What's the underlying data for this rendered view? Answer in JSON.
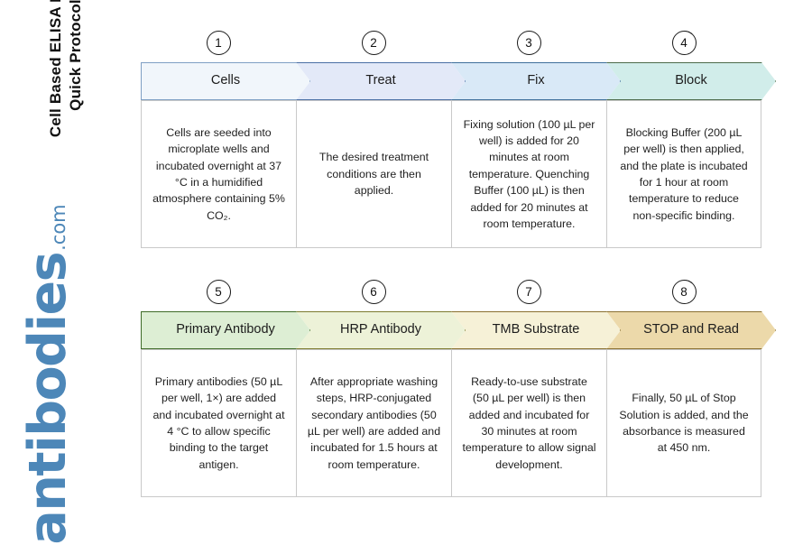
{
  "title_vertical": "Cell Based ELISA Kits\nQuick Protocol",
  "logo": {
    "name": "antibodies",
    "suffix": ".com",
    "color": "#4d87b8"
  },
  "rows": [
    {
      "id": "row-1",
      "steps": [
        {
          "number": "1",
          "label": "Cells",
          "fill": "#f1f6fb",
          "stroke": "#7f9fc4",
          "text": "Cells are seeded into microplate wells and incubated overnight at 37 °C in a humidified atmosphere containing 5% CO₂."
        },
        {
          "number": "2",
          "label": "Treat",
          "fill": "#e3e9f8",
          "stroke": "#4a6fa5",
          "text": "The desired treatment conditions are then applied."
        },
        {
          "number": "3",
          "label": "Fix",
          "fill": "#d9e9f7",
          "stroke": "#3f6f9b",
          "text": "Fixing solution (100 µL per well) is added for 20 minutes at room temperature. Quenching Buffer (100 µL) is then added for 20 minutes at room temperature."
        },
        {
          "number": "4",
          "label": "Block",
          "fill": "#d1edea",
          "stroke": "#4c6b4a",
          "text": "Blocking Buffer (200 µL per well) is then applied, and the plate is incubated for 1 hour at room temperature to reduce non-specific binding."
        }
      ]
    },
    {
      "id": "row-2",
      "steps": [
        {
          "number": "5",
          "label": "Primary Antibody",
          "fill": "#ddeed4",
          "stroke": "#3f6b28",
          "text": "Primary antibodies (50 µL per well, 1×) are added and incubated overnight at 4 °C to allow specific binding to the target antigen."
        },
        {
          "number": "6",
          "label": "HRP Antibody",
          "fill": "#edf2d8",
          "stroke": "#7d7a2e",
          "text": "After appropriate washing steps, HRP-conjugated secondary antibodies (50 µL per well) are added and incubated for 1.5 hours at room temperature."
        },
        {
          "number": "7",
          "label": "TMB Substrate",
          "fill": "#f6f1d7",
          "stroke": "#8a7030",
          "text": "Ready-to-use substrate (50 µL per well) is then added and incubated for 30 minutes at room temperature to allow signal development."
        },
        {
          "number": "8",
          "label": "STOP and Read",
          "fill": "#ecd9aa",
          "stroke": "#8a7030",
          "text": "Finally, 50 µL of Stop Solution is added, and the absorbance is measured at 450 nm."
        }
      ]
    }
  ]
}
